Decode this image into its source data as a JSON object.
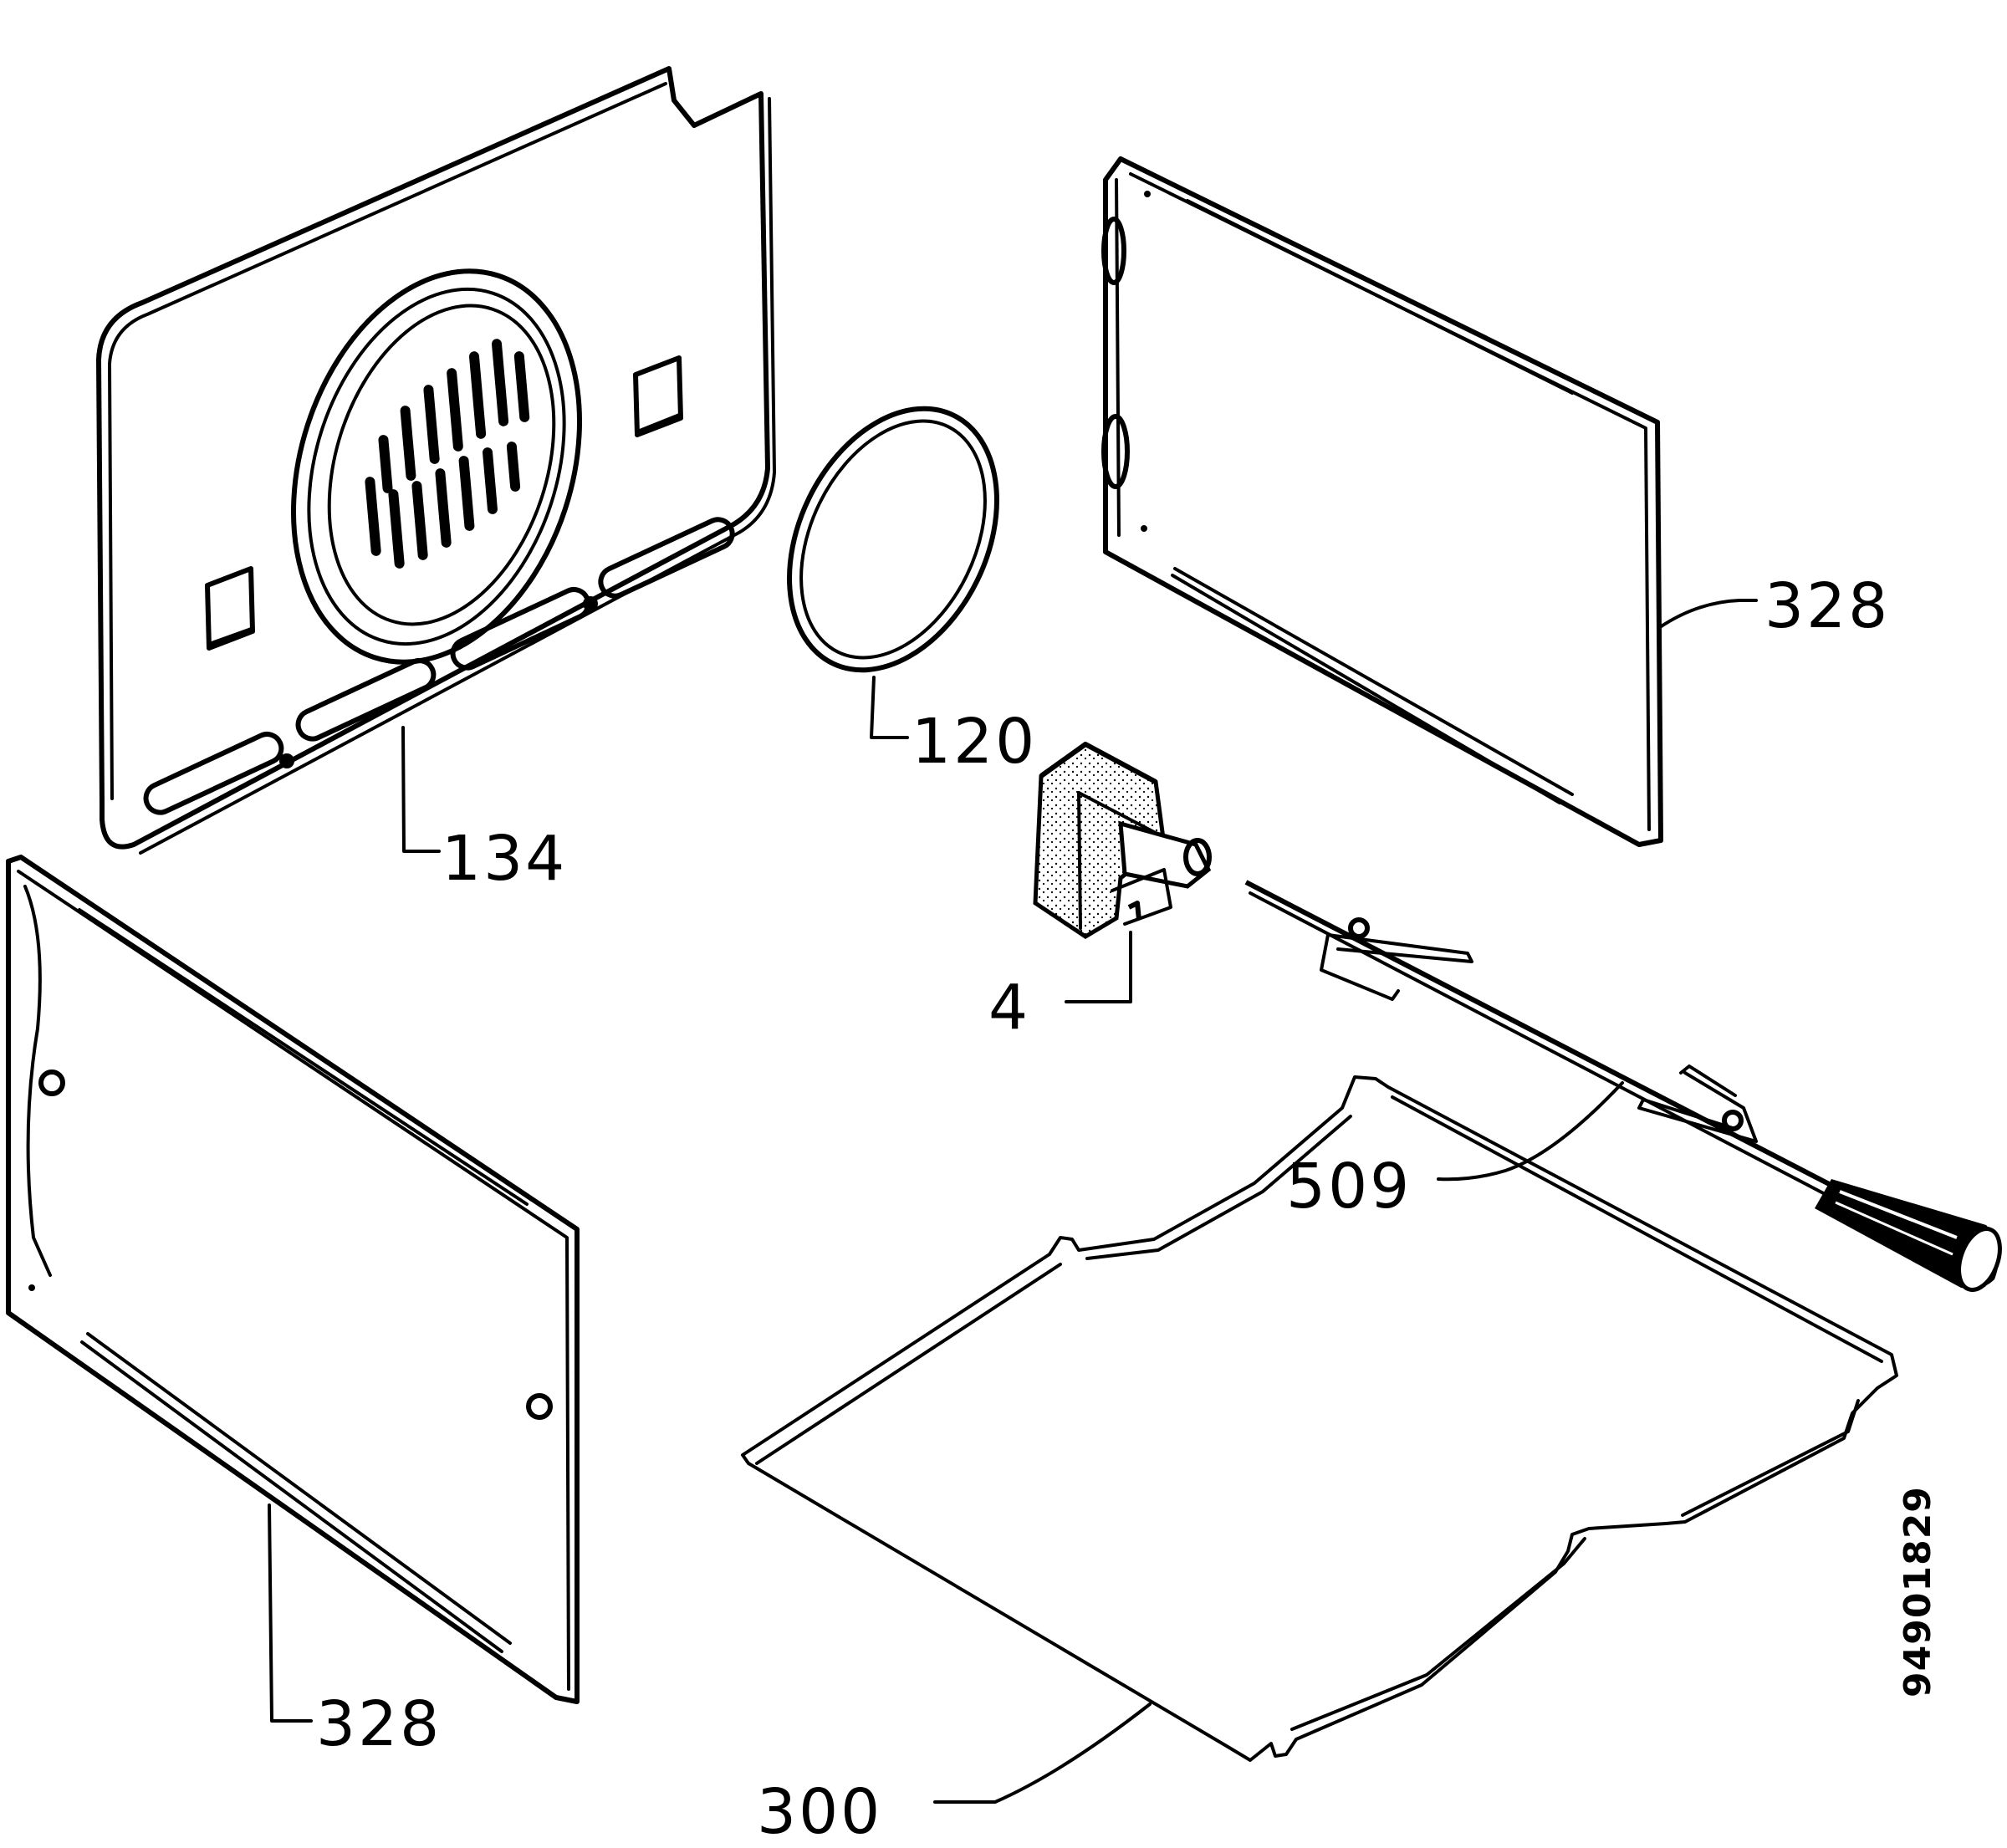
{
  "labels": {
    "rear_panel": "134",
    "fan_filter": "120",
    "side_panel_right": "328",
    "side_panel_left": "328",
    "switch": "4",
    "spit": "509",
    "shelf": "300"
  },
  "document_code": "94901829"
}
